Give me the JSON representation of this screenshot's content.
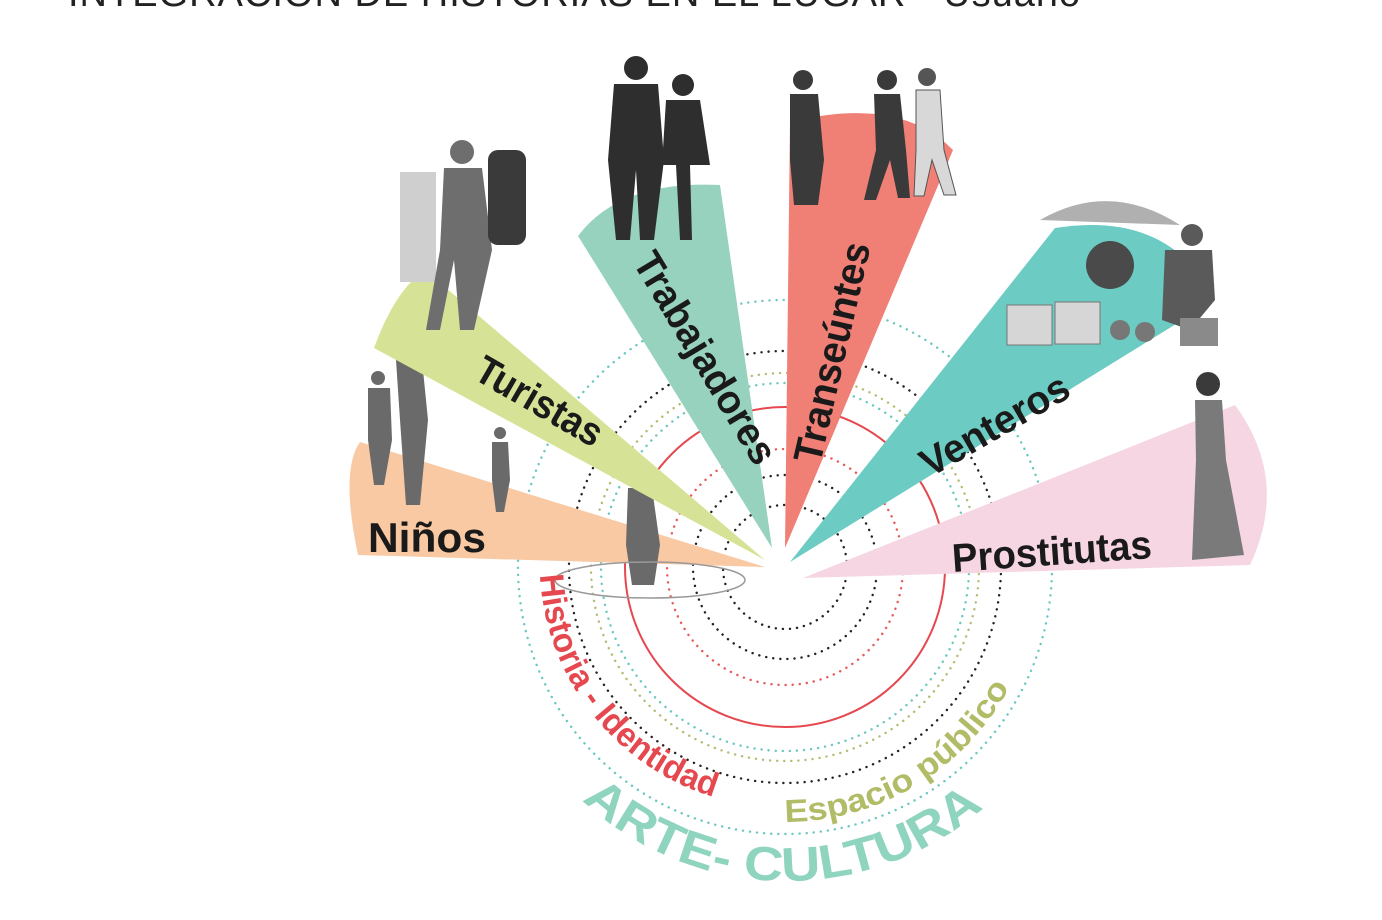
{
  "title": "INTEGRACIÓN DE HISTORIAS EN EL LUGAR - Usuario",
  "colors": {
    "ninos": "#f9c9a4",
    "turistas": "#d6e396",
    "trabajadores": "#97d2be",
    "transeuntes": "#f07f76",
    "venteros": "#6ccbc2",
    "prostitutas": "#f5d6e2",
    "historia": "#e5484f",
    "espacio": "#b2bb66",
    "arte": "#8fd4bf",
    "dots_dark": "#222222",
    "dots_teal": "#6bc7c0",
    "dots_olive": "#b5bb72",
    "dots_red": "#e55a5a"
  },
  "segments": [
    {
      "label": "Niños",
      "color_key": "ninos",
      "figure": "children-figure-icon"
    },
    {
      "label": "Turistas",
      "color_key": "turistas",
      "figure": "backpacker-figure-icon"
    },
    {
      "label": "Trabajadores",
      "color_key": "trabajadores",
      "figure": "office-workers-figure-icon"
    },
    {
      "label": "Transeúntes",
      "color_key": "transeuntes",
      "figure": "pedestrians-figure-icon"
    },
    {
      "label": "Venteros",
      "color_key": "venteros",
      "figure": "street-vendor-figure-icon"
    },
    {
      "label": "Prostitutas",
      "color_key": "prostitutas",
      "figure": "woman-figure-icon"
    }
  ],
  "rings": {
    "historia": "Historia - Identidad",
    "espacio": "Espacio público",
    "arte": "ARTE- CULTURA"
  }
}
